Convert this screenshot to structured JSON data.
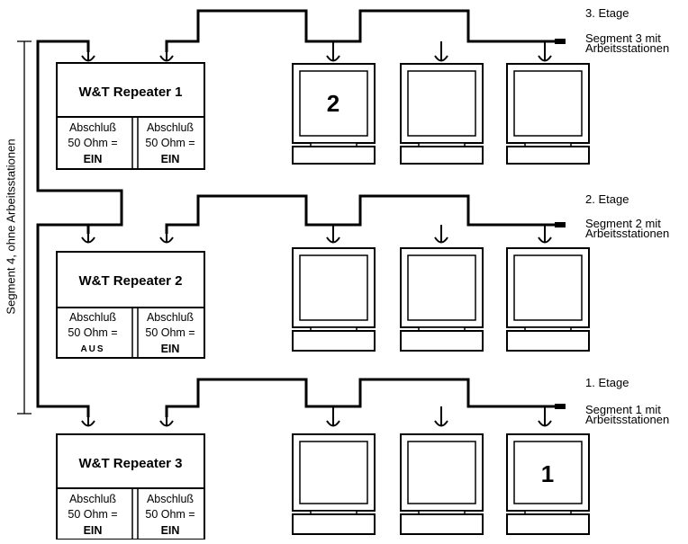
{
  "floors": [
    {
      "floor_label": "3. Etage",
      "segment_label": "Segment 3 mit Arbeitsstationen",
      "segment_line1": "Segment 3 mit",
      "segment_line2": "Arbeitsstationen"
    },
    {
      "floor_label": "2. Etage",
      "segment_label": "Segment 2 mit Arbeitsstationen",
      "segment_line1": "Segment 2 mit",
      "segment_line2": "Arbeitsstationen"
    },
    {
      "floor_label": "1. Etage",
      "segment_label": "Segment 1 mit Arbeitsstationen",
      "segment_line1": "Segment 1 mit",
      "segment_line2": "Arbeitsstationen"
    }
  ],
  "repeaters": [
    {
      "title": "W&T Repeater 1",
      "left": {
        "line1": "Abschluß",
        "line2": "50 Ohm =",
        "state": "EIN"
      },
      "right": {
        "line1": "Abschluß",
        "line2": "50 Ohm =",
        "state": "EIN"
      }
    },
    {
      "title": "W&T Repeater 2",
      "left": {
        "line1": "Abschluß",
        "line2": "50 Ohm =",
        "state": "AUS"
      },
      "right": {
        "line1": "Abschluß",
        "line2": "50 Ohm =",
        "state": "EIN"
      }
    },
    {
      "title": "W&T Repeater 3",
      "left": {
        "line1": "Abschluß",
        "line2": "50 Ohm =",
        "state": "EIN"
      },
      "right": {
        "line1": "Abschluß",
        "line2": "50 Ohm =",
        "state": "EIN"
      }
    }
  ],
  "segment4_label": "Segment 4, ohne Arbeitsstationen",
  "screen_markers": {
    "top_floor_first_monitor": "2",
    "bottom_floor_last_monitor": "1"
  }
}
